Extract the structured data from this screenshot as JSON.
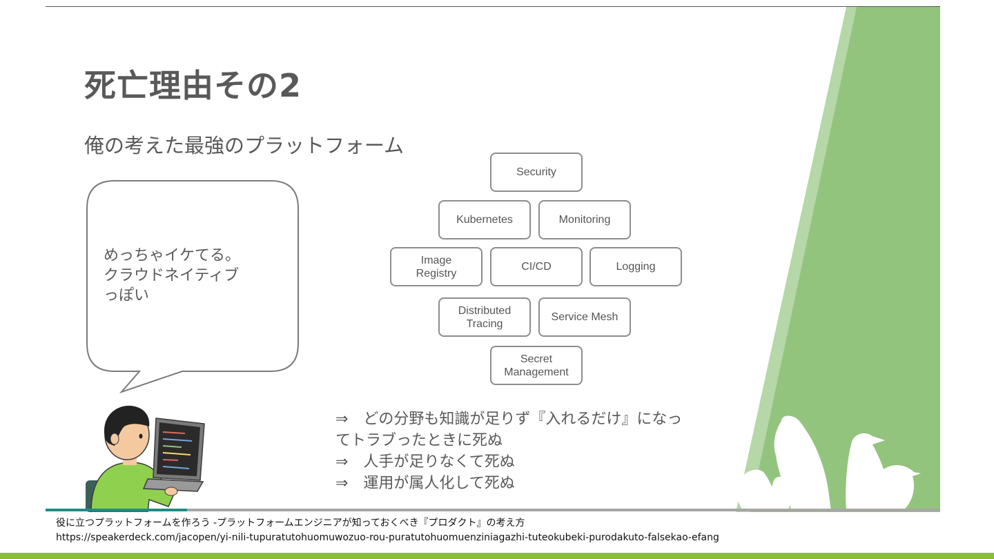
{
  "slide": {
    "title": "死亡理由その2",
    "subtitle": "俺の考えた最強のプラットフォーム",
    "bubble_lines": [
      "めっちゃイケてる。",
      "クラウドネイティブ",
      "っぽい"
    ],
    "components": {
      "security": "Security",
      "kubernetes": "Kubernetes",
      "monitoring": "Monitoring",
      "image_registry": "Image\nRegistry",
      "cicd": "CI/CD",
      "logging": "Logging",
      "distributed_tracing": "Distributed\nTracing",
      "service_mesh": "Service Mesh",
      "secret_management": "Secret\nManagement"
    },
    "conclusion_lines": [
      "⇒　どの分野も知識が足りず『入れるだけ』になっ",
      "てトラブったときに死ぬ",
      "⇒　人手が足りなくて死ぬ",
      "⇒　運用が属人化して死ぬ"
    ]
  },
  "progress": {
    "fraction": 0.158
  },
  "caption": {
    "title": "役に立つプラットフォームを作ろう  -プラットフォームエンジニアが知っておくべき『プロダクト』の考え方",
    "url": "https://speakerdeck.com/jacopen/yi-nili-tupuratutohuomuwozuo-rou-puratutohuomuenziniagazhi-tuteokubeki-purodakuto-falsekao-efang"
  },
  "colors": {
    "accent_green": "#93c47d",
    "light_green": "#b6d7a8",
    "progress_teal": "#1d8c83",
    "bottom_bar": "#8cbb3a",
    "text_gray": "#595959"
  }
}
